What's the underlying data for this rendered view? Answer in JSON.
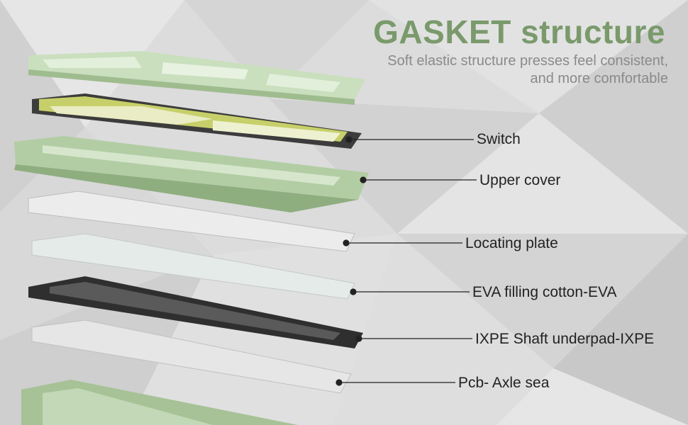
{
  "header": {
    "title": "GASKET structure",
    "subtitle_line1": "Soft elastic structure presses feel consistent,",
    "subtitle_line2": "and more comfortable"
  },
  "layers": [
    {
      "label": "Switch"
    },
    {
      "label": "Upper cover"
    },
    {
      "label": "Locating plate"
    },
    {
      "label": "EVA filling cotton-EVA"
    },
    {
      "label": "IXPE Shaft underpad-IXPE"
    },
    {
      "label": "Pcb- Axle sea"
    }
  ],
  "colors": {
    "accent_green": "#7a9a6c",
    "case_green": "#a8c49a",
    "keycap_light": "#d9ead0",
    "plate_dark": "#2f2f2f",
    "subtitle_gray": "#8a8a8a"
  }
}
